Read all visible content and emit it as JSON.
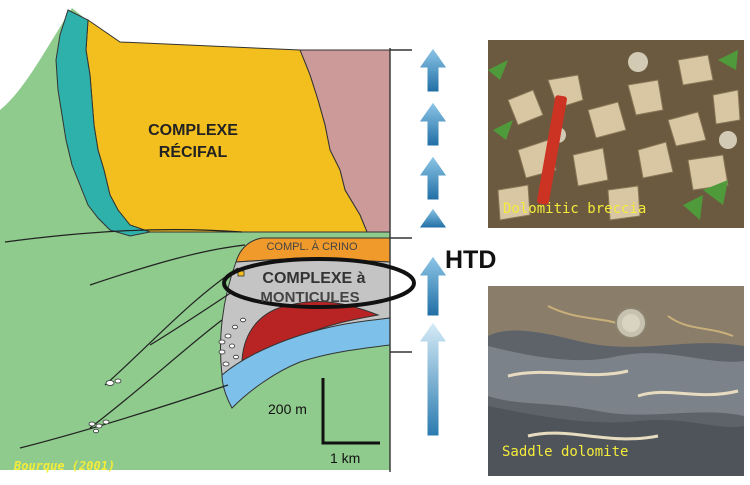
{
  "diagram": {
    "labels": {
      "complexe_recifal_line1": "COMPLEXE",
      "complexe_recifal_line2": "RÉCIFAL",
      "compl_crino": "COMPL. À CRINO",
      "complexe_monticules_line1": "COMPLEXE à",
      "complexe_monticules_line2": "MONTICULES",
      "htd": "HTD",
      "scale_vertical": "200 m",
      "scale_horizontal": "1 km",
      "credit": "Bourque (2001)"
    },
    "colors": {
      "green": "#8ecb8c",
      "teal": "#2fb1ab",
      "yellow": "#f3bf1f",
      "pink": "#cc9a98",
      "orange": "#f09a2b",
      "gray": "#c4c4c4",
      "red": "#b82424",
      "blue": "#7dc0ea",
      "arrow_dark": "#1f6ea5",
      "arrow_light": "#c9e3f2",
      "caption": "#f4ec3a"
    }
  },
  "photos": [
    {
      "caption": "Dolomitic breccia"
    },
    {
      "caption": "Saddle dolomite"
    }
  ]
}
